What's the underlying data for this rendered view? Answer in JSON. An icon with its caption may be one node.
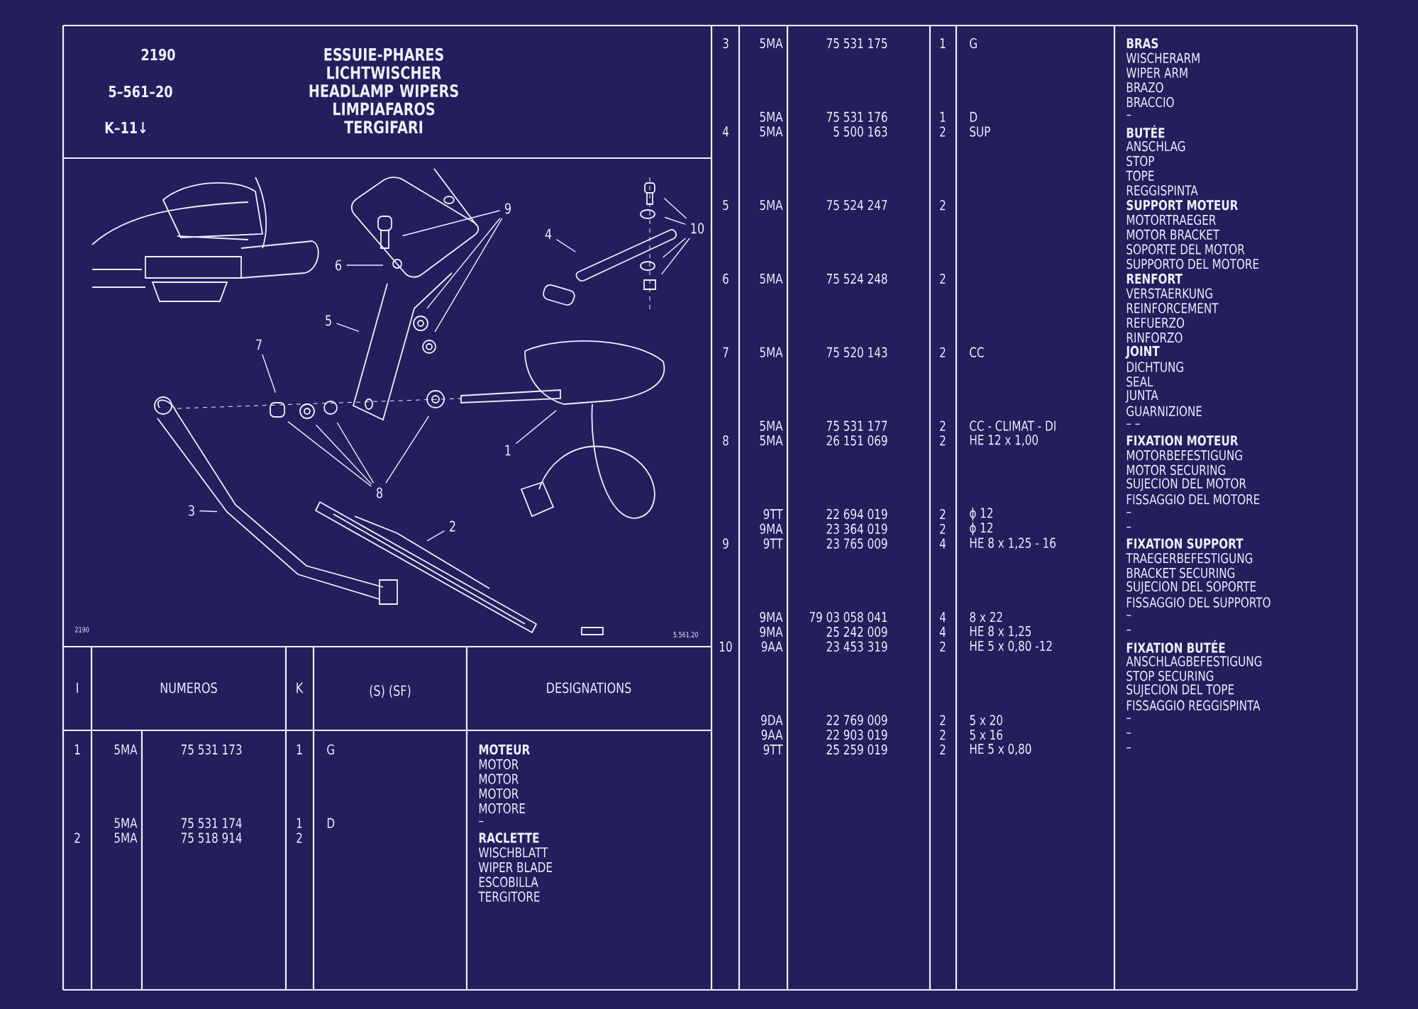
{
  "diagram": {
    "title": "ESSUIE-PHARES LICHTWISCHER HEADLAMP WIPERS LIMPIAFAROS TERGIFARI",
    "nodes": [
      {
        "text": [
          "9"
        ]
      },
      {
        "text": [
          "10"
        ]
      },
      {
        "text": [
          "4"
        ]
      },
      {
        "text": [
          "6"
        ]
      },
      {
        "text": [
          "5"
        ]
      },
      {
        "text": [
          "7"
        ]
      },
      {
        "text": [
          "1"
        ]
      },
      {
        "text": [
          "8"
        ]
      },
      {
        "text": [
          "3"
        ]
      },
      {
        "text": [
          "2"
        ]
      }
    ],
    "edges": [
      {
        "from": 0,
        "to": null,
        "arrow": "none"
      },
      {
        "from": 0,
        "to": null,
        "arrow": "none"
      },
      {
        "from": 0,
        "to": null,
        "arrow": "none"
      },
      {
        "from": 1,
        "to": null,
        "arrow": "none"
      },
      {
        "from": 1,
        "to": null,
        "arrow": "none"
      },
      {
        "from": 1,
        "to": null,
        "arrow": "none"
      },
      {
        "from": 1,
        "to": null,
        "arrow": "none"
      },
      {
        "from": 2,
        "to": null,
        "arrow": "none"
      },
      {
        "from": 3,
        "to": null,
        "arrow": "none"
      },
      {
        "from": 4,
        "to": null,
        "arrow": "none"
      },
      {
        "from": 5,
        "to": null,
        "arrow": "none"
      },
      {
        "from": 6,
        "to": null,
        "arrow": "none"
      },
      {
        "from": 7,
        "to": null,
        "arrow": "none"
      },
      {
        "from": 7,
        "to": null,
        "arrow": "none"
      },
      {
        "from": 7,
        "to": null,
        "arrow": "none"
      },
      {
        "from": 7,
        "to": null,
        "arrow": "none"
      },
      {
        "from": 8,
        "to": null,
        "arrow": "none"
      },
      {
        "from": 9,
        "to": null,
        "arrow": "none"
      }
    ],
    "labels": [
      "2190",
      "5–561–20",
      "K–11↓",
      "2190",
      "5.561.20",
      "I",
      "NUMEROS",
      "K",
      "(S) (SF)",
      "DESIGNATIONS",
      "1",
      "5MA",
      "75 531 173",
      "1",
      "G",
      "MOTEUR",
      "MOTOR",
      "MOTOR",
      "MOTOR",
      "MOTORE",
      "5MA",
      "75 531 174",
      "1",
      "D",
      "–",
      "2",
      "5MA",
      "75 518 914",
      "2",
      "RACLETTE",
      "WISCHBLATT",
      "WIPER BLADE",
      "ESCOBILLA",
      "TERGITORE",
      "3",
      "5MA",
      "75 531 175",
      "1",
      "G",
      "BRAS",
      "WISCHERARM",
      "WIPER ARM",
      "BRAZO",
      "BRACCIO",
      "5MA",
      "75 531 176",
      "1",
      "D",
      "–",
      "4",
      "5MA",
      "5 500 163",
      "2",
      "SUP",
      "BUTÉE",
      "ANSCHLAG",
      "STOP",
      "TOPE",
      "REGGISPINTA",
      "5",
      "5MA",
      "75 524 247",
      "2",
      "SUPPORT MOTEUR",
      "MOTORTRAEGER",
      "MOTOR BRACKET",
      "SOPORTE DEL MOTOR",
      "SUPPORTO DEL MOTORE",
      "6",
      "5MA",
      "75 524 248",
      "2",
      "RENFORT",
      "VERSTAERKUNG",
      "REINFORCEMENT",
      "REFUERZO",
      "RINFORZO",
      "7",
      "5MA",
      "75 520 143",
      "2",
      "CC",
      "JOINT",
      "DICHTUNG",
      "SEAL",
      "JUNTA",
      "GUARNIZIONE",
      "5MA",
      "75 531 177",
      "2",
      "CC - CLIMAT - DI",
      "– –",
      "8",
      "5MA",
      "26 151 069",
      "2",
      "HE 12 x 1,00",
      "FIXATION MOTEUR",
      "MOTORBEFESTIGUNG",
      "MOTOR SECURING",
      "SUJECION DEL MOTOR",
      "FISSAGGIO DEL MOTORE",
      "9TT",
      "22 694 019",
      "2",
      "ϕ 12",
      "–",
      "9MA",
      "23 364 019",
      "2",
      "ϕ 12",
      "–",
      "9",
      "9TT",
      "23 765 009",
      "4",
      "HE 8 x 1,25 - 16",
      "FIXATION SUPPORT",
      "TRAEGERBEFESTIGUNG",
      "BRACKET SECURING",
      "SUJECION DEL SOPORTE",
      "FISSAGGIO DEL SUPPORTO",
      "9MA",
      "79 03 058 041",
      "4",
      "8 x 22",
      "–",
      "9MA",
      "25 242 009",
      "4",
      "HE 8 x 1,25",
      "–",
      "10",
      "9AA",
      "23 453 319",
      "2",
      "HE 5 x 0,80 -12",
      "FIXATION BUTÉE",
      "ANSCHLAGBEFESTIGUNG",
      "STOP SECURING",
      "SUJECION DEL TOPE",
      "FISSAGGIO REGGISPINTA",
      "9DA",
      "22 769 009",
      "2",
      "5 x 20",
      "–",
      "9AA",
      "22 903 019",
      "2",
      "5 x 16",
      "–",
      "9TT",
      "25 259 019",
      "2",
      "HE 5 x 0,80",
      "–"
    ]
  }
}
